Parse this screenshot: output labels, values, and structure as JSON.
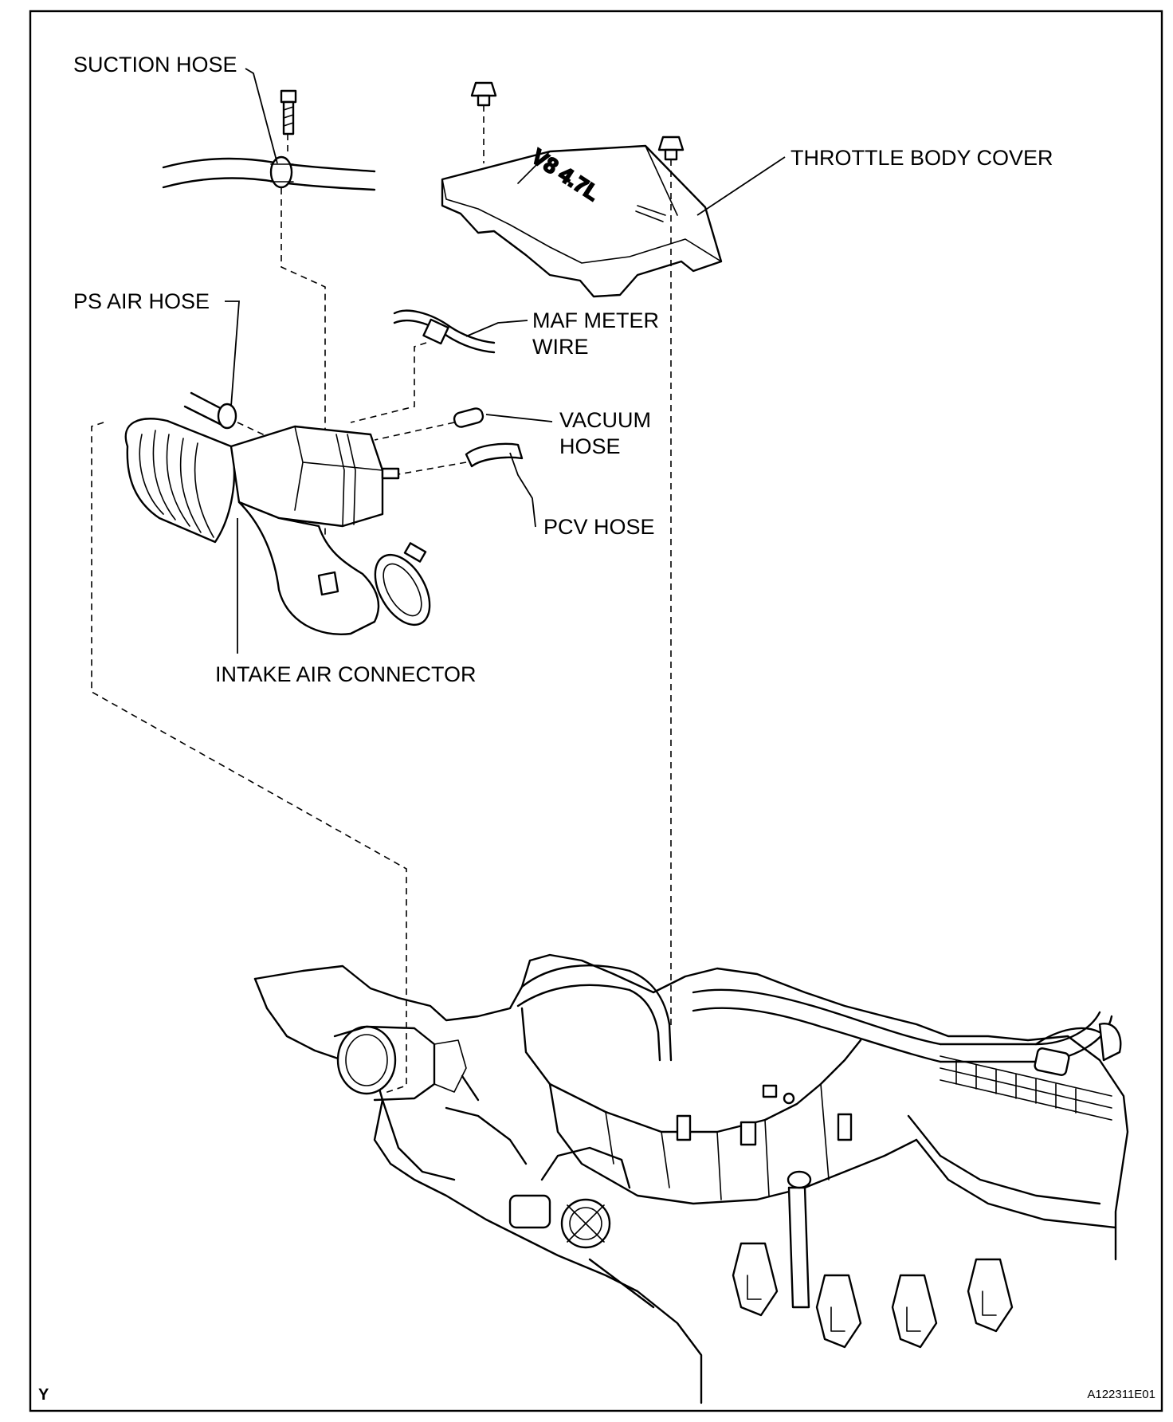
{
  "labels": {
    "suction_hose": "SUCTION HOSE",
    "throttle_body_cover": "THROTTLE BODY COVER",
    "ps_air_hose": "PS AIR HOSE",
    "maf_meter_wire_1": "MAF METER",
    "maf_meter_wire_2": "WIRE",
    "vacuum_hose_1": "VACUUM",
    "vacuum_hose_2": "HOSE",
    "pcv_hose": "PCV HOSE",
    "intake_air_connector": "INTAKE AIR CONNECTOR"
  },
  "corner": {
    "letter": "Y",
    "figure_id": "A122311E01"
  }
}
